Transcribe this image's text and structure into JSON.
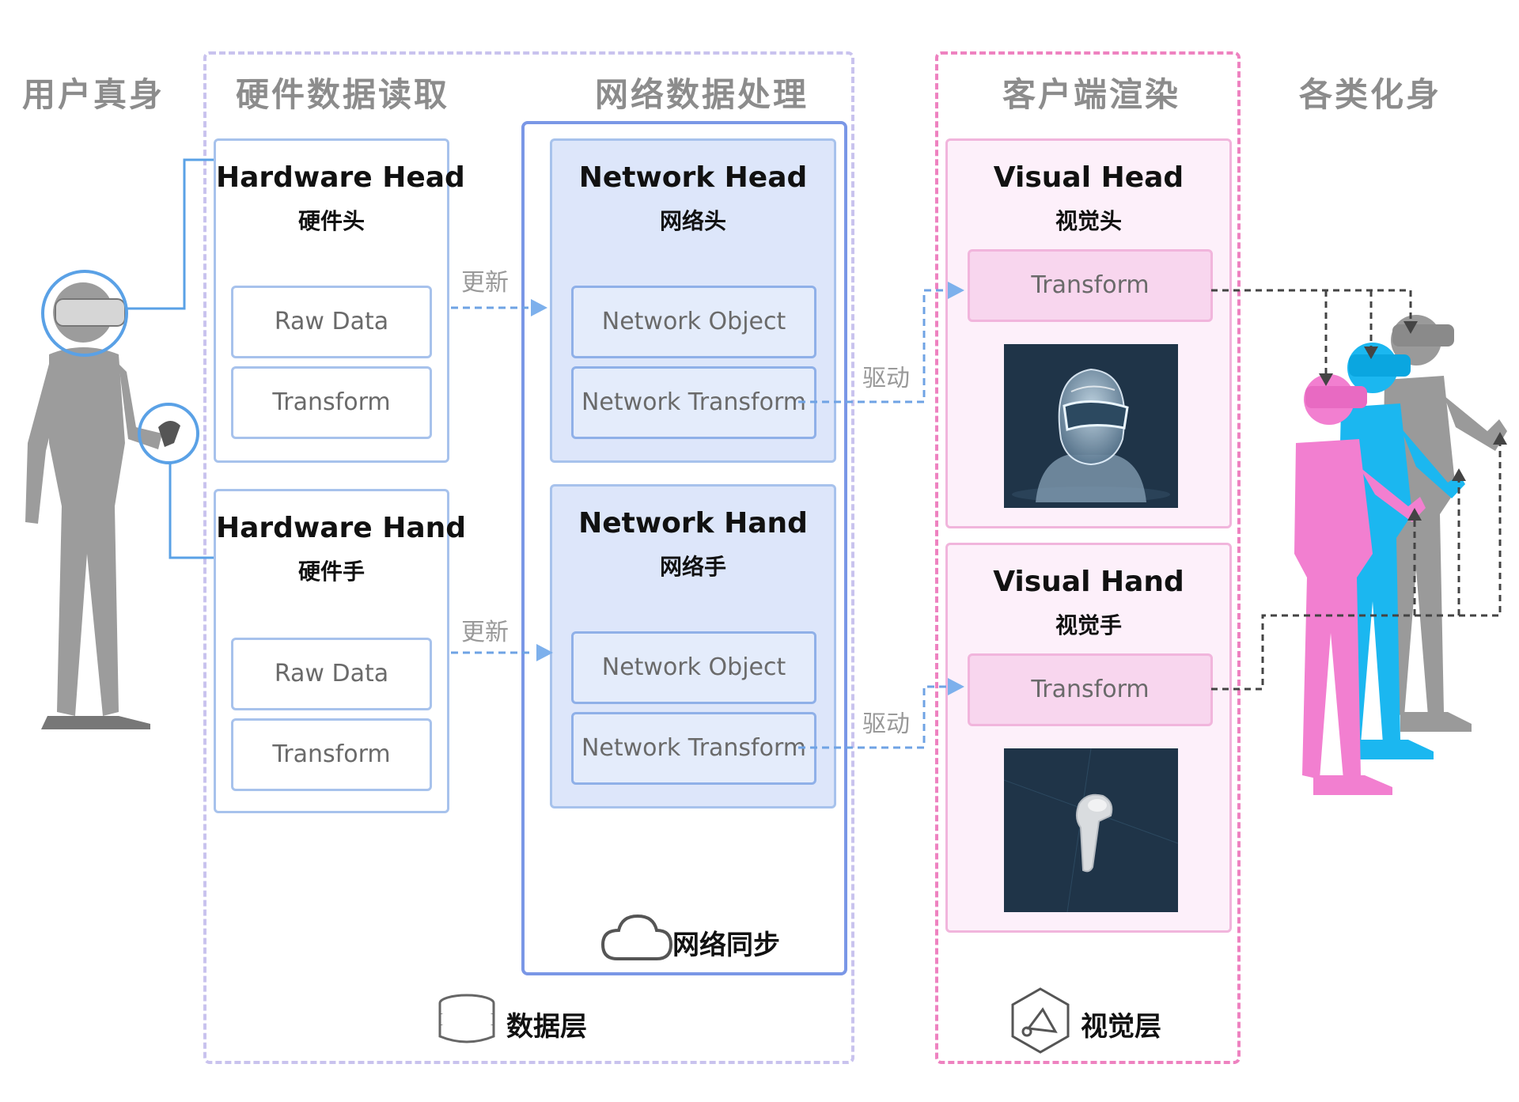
{
  "columns": {
    "user_body": "用户真身",
    "hardware_read": "硬件数据读取",
    "network_process": "网络数据处理",
    "client_render": "客户端渲染",
    "avatars": "各类化身"
  },
  "hardware_head": {
    "title": "Hardware Head",
    "subtitle": "硬件头",
    "fields": [
      "Raw Data",
      "Transform"
    ]
  },
  "hardware_hand": {
    "title": "Hardware Hand",
    "subtitle": "硬件手",
    "fields": [
      "Raw Data",
      "Transform"
    ]
  },
  "network_head": {
    "title": "Network Head",
    "subtitle": "网络头",
    "fields": [
      "Network Object",
      "Network Transform"
    ]
  },
  "network_hand": {
    "title": "Network Hand",
    "subtitle": "网络手",
    "fields": [
      "Network Object",
      "Network Transform"
    ]
  },
  "visual_head": {
    "title": "Visual Head",
    "subtitle": "视觉头",
    "field": "Transform"
  },
  "visual_hand": {
    "title": "Visual Hand",
    "subtitle": "视觉手",
    "field": "Transform"
  },
  "connectors": {
    "update": "更新",
    "drive": "驱动"
  },
  "network_sync": "网络同步",
  "data_layer": "数据层",
  "visual_layer": "视觉层",
  "colors": {
    "region_data": "#c9c3ee",
    "region_visual": "#ee82c0",
    "network_frame": "#7a97e6",
    "network_card": "#dde6fa",
    "visual_card": "#fdf0fa",
    "avatar_pink": "#f27fd0",
    "avatar_blue": "#1bb7f0",
    "avatar_gray": "#9a9a9a"
  },
  "icons": [
    "vr-user-figure",
    "headset-highlight-icon",
    "controller-highlight-icon",
    "cloud-icon",
    "database-icon",
    "cube-icon",
    "avatar-group"
  ]
}
